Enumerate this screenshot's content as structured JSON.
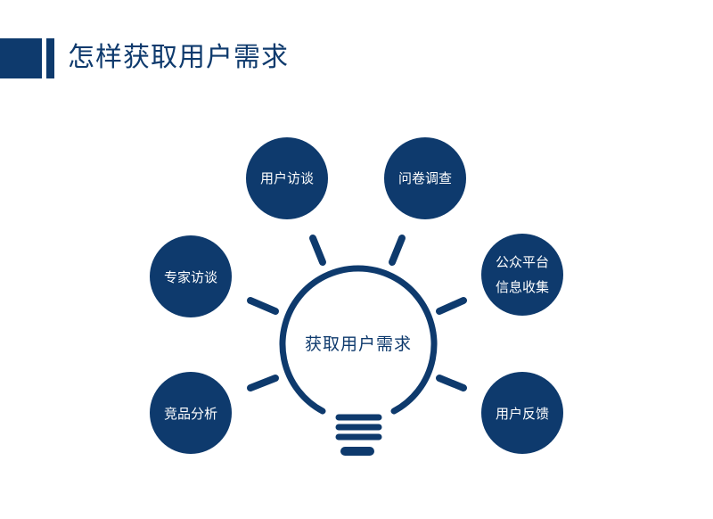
{
  "header": {
    "title": "怎样获取用户需求"
  },
  "colors": {
    "primary": "#0e3a6d",
    "background": "#ffffff",
    "circle_text": "#ffffff"
  },
  "diagram": {
    "center": {
      "label": "获取用户需求",
      "icon": "lightbulb-icon"
    },
    "nodes": [
      {
        "id": "user-interview",
        "lines": [
          "用户访谈"
        ]
      },
      {
        "id": "questionnaire",
        "lines": [
          "问卷调查"
        ]
      },
      {
        "id": "expert-interview",
        "lines": [
          "专家访谈"
        ]
      },
      {
        "id": "public-platform",
        "lines": [
          "公众平台",
          "信息收集"
        ]
      },
      {
        "id": "competitor-analysis",
        "lines": [
          "竞品分析"
        ]
      },
      {
        "id": "user-feedback",
        "lines": [
          "用户反馈"
        ]
      }
    ]
  }
}
